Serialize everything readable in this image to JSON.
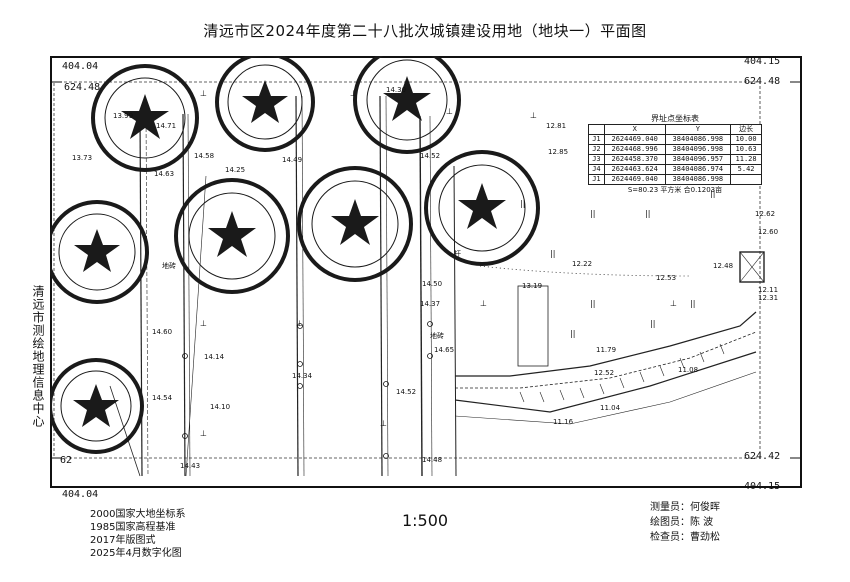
{
  "title": "清远市区2024年度第二十八批次城镇建设用地（地块一）平面图",
  "frame_corners": {
    "top_left_x": "404.04",
    "top_left_y": "624.48",
    "top_right_x": "404.15",
    "top_right_y": "624.48",
    "bottom_right_y": "624.42",
    "bottom_right_x": "404.15",
    "bottom_left_x": "404.04",
    "bottom_left_y": "62"
  },
  "side_text": "清远市测绘地理信息中心",
  "footer_left": [
    "2000国家大地坐标系",
    "1985国家高程基准",
    "2017年版图式",
    "2025年4月数字化图"
  ],
  "scale": "1:500",
  "footer_right": [
    "测量员：何俊晖",
    "绘图员：陈  波",
    "检查员：曹劲松"
  ],
  "coordinate_table": {
    "title": "界址点坐标表",
    "headers": [
      "",
      "X",
      "Y",
      "边长"
    ],
    "rows": [
      [
        "J1",
        "2624469.040",
        "38404086.998",
        ""
      ],
      [
        "",
        "",
        "",
        "10.00"
      ],
      [
        "J2",
        "2624468.996",
        "38404096.998",
        ""
      ],
      [
        "",
        "",
        "",
        "10.63"
      ],
      [
        "J3",
        "2624458.370",
        "38404096.957",
        ""
      ],
      [
        "",
        "",
        "",
        "11.28"
      ],
      [
        "J4",
        "2624463.624",
        "38404086.974",
        ""
      ],
      [
        "",
        "",
        "",
        "5.42"
      ],
      [
        "J1",
        "2624469.040",
        "38404086.998",
        ""
      ]
    ],
    "summary": "S=80.23 平方米 合0.1203亩"
  },
  "elevations": [
    "13.99",
    "14.71",
    "13.73",
    "14.58",
    "14.25",
    "14.49",
    "14.30",
    "12.81",
    "14.52",
    "12.85",
    "14.63",
    "12.62",
    "12.60",
    "12.22",
    "12.53",
    "12.48",
    "12.11",
    "12.31",
    "13.19",
    "14.50",
    "14.37",
    "14.60",
    "14.14",
    "14.34",
    "11.79",
    "12.52",
    "11.08",
    "14.54",
    "14.10",
    "14.52",
    "11.04",
    "11.16",
    "14.43",
    "14.48",
    "14.65"
  ],
  "map_labels": [
    "地砖",
    "地砖",
    "杆"
  ],
  "seal_colors": {
    "ink": "#1a1a1a"
  }
}
